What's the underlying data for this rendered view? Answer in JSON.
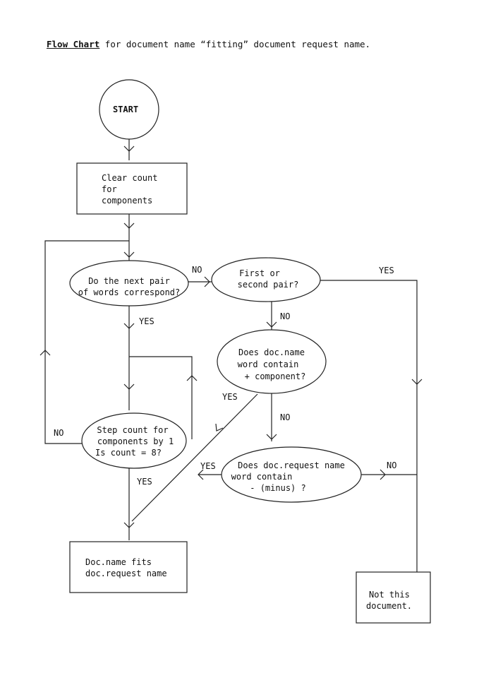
{
  "title": {
    "bold": "Flow Chart",
    "rest": " for document name “fitting” document request name."
  },
  "nodes": {
    "start": [
      "START"
    ],
    "clear": [
      "Clear count",
      "for",
      "components"
    ],
    "next_pair": [
      "Do the next pair",
      "of words correspond?"
    ],
    "first_second": [
      "First or",
      "second pair?"
    ],
    "contain_plus": [
      "Does doc.name",
      "word contain",
      "+ component?"
    ],
    "step_count": [
      "Step count for",
      "components by 1",
      "Is count = 8?"
    ],
    "contain_minus": [
      "Does doc.request name",
      "word contain",
      "- (minus) ?"
    ],
    "fits": [
      "Doc.name fits",
      "doc.request name"
    ],
    "not_this": [
      "Not this",
      "document."
    ]
  },
  "labels": {
    "no_next_pair": "NO",
    "yes_next_pair": "YES",
    "yes_first_second": "YES",
    "no_first_second": "NO",
    "yes_contain_plus": "YES",
    "no_contain_plus": "NO",
    "no_step_count": "NO",
    "yes_step_count": "YES",
    "yes_contain_minus": "YES",
    "no_contain_minus": "NO"
  }
}
